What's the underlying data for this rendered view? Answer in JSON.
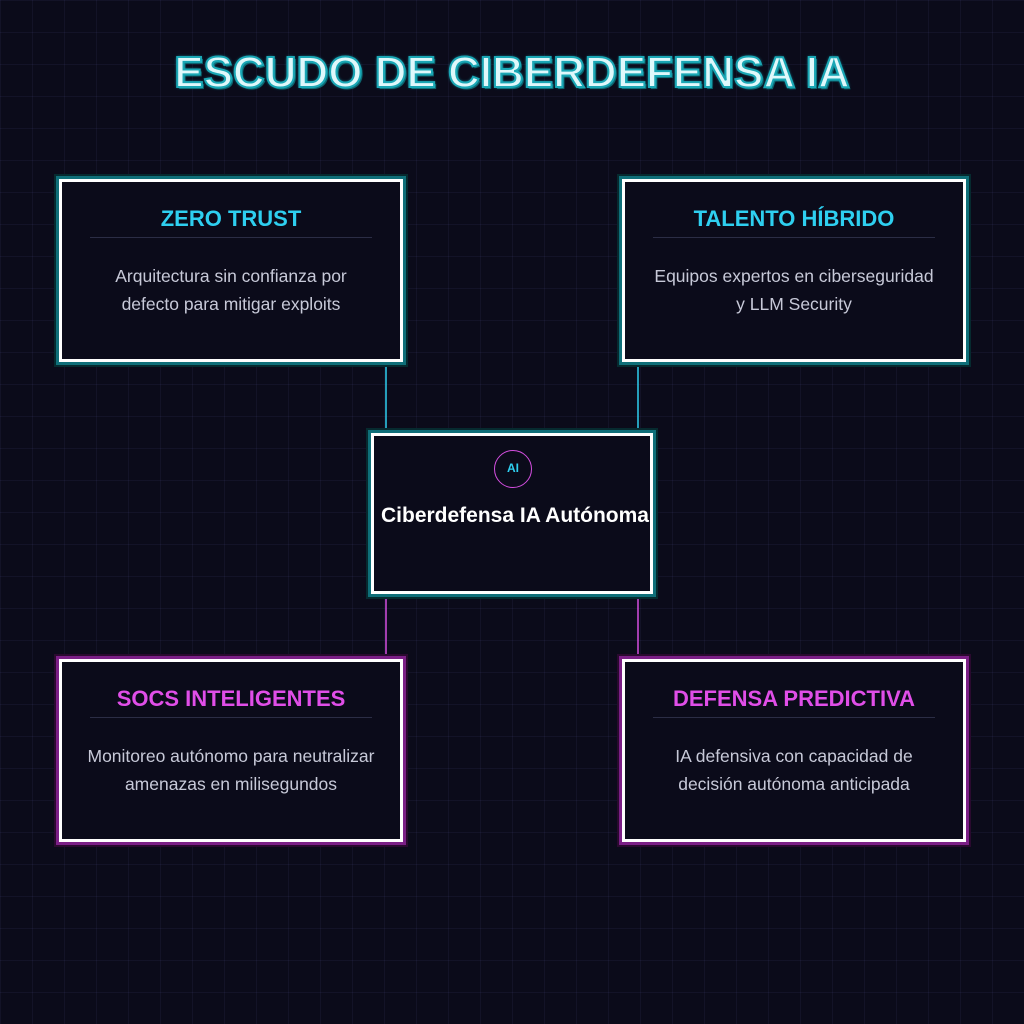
{
  "title": "ESCUDO DE CIBERDEFENSA IA",
  "center": {
    "badge": "AI",
    "label": "Ciberdefensa IA Autónoma"
  },
  "cards": {
    "zero_trust": {
      "title": "ZERO TRUST",
      "description": "Arquitectura sin confianza por defecto para mitigar exploits"
    },
    "talento_hibrido": {
      "title": "TALENTO HÍBRIDO",
      "description": "Equipos expertos en ciberseguridad y LLM Security"
    },
    "socs": {
      "title": "SOCS INTELIGENTES",
      "description": "Monitoreo autónomo para neutralizar amenazas en milisegundos"
    },
    "defensa_predictiva": {
      "title": "DEFENSA PREDICTIVA",
      "description": "IA defensiva con capacidad de decisión autónoma anticipada"
    }
  },
  "colors": {
    "background": "#0b0b1a",
    "cyan": "#2ecff0",
    "magenta": "#e04ee8",
    "card_border": "#ffffff",
    "text": "#c7c9d8"
  }
}
